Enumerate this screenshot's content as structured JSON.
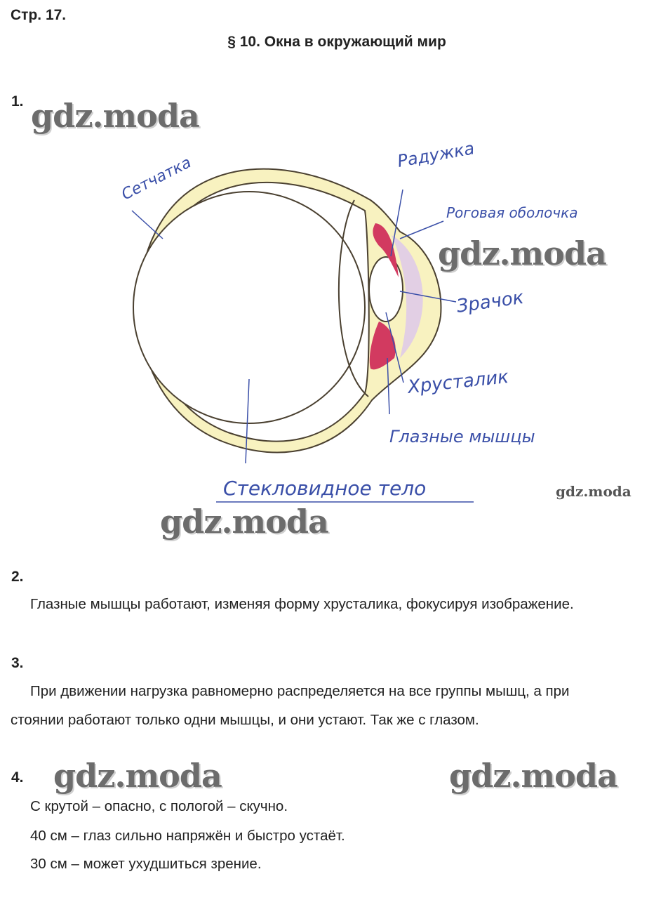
{
  "page_label": "Стр. 17.",
  "section_title": "§ 10. Окна в окружающий мир",
  "watermark_text": "gdz.moda",
  "questions": {
    "q1": {
      "num": "1."
    },
    "q2": {
      "num": "2.",
      "text": "Глазные мышцы работают, изменяя форму хрусталика, фокусируя изображение."
    },
    "q3": {
      "num": "3.",
      "line1": "При движении нагрузка равномерно распределяется на все группы мышц, а при",
      "line2": "стоянии работают только одни мышцы, и они устают. Так же с глазом."
    },
    "q4": {
      "num": "4.",
      "line1": "С крутой – опасно, с пологой – скучно.",
      "line2": "40 см – глаз сильно напряжён и быстро устаёт.",
      "line3": "30 см – может ухудшиться зрение."
    }
  },
  "eye_labels": {
    "retina": "Сетчатка",
    "iris": "Радужка",
    "cornea": "Роговая оболочка",
    "pupil": "Зрачок",
    "lens": "Хрусталик",
    "muscles": "Глазные мышцы",
    "vitreous": "Стекловидное тело"
  },
  "colors": {
    "label_ink": "#3a4fa8",
    "outline": "#4a4030",
    "sclera_fill": "#f8f2c0",
    "iris_red": "#d23a60",
    "cornea_tint": "#dcc6ec",
    "watermark": "#6c6c6c"
  }
}
